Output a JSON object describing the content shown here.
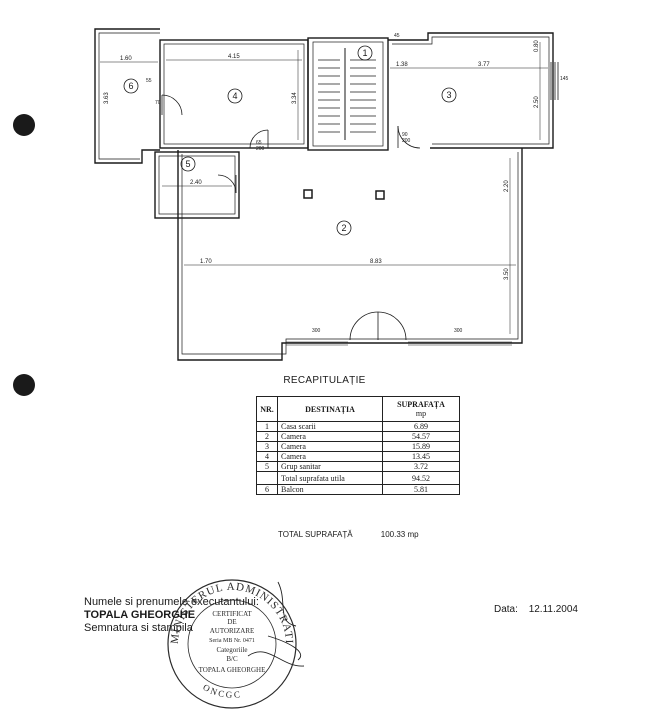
{
  "plan": {
    "room_numbers": [
      "1",
      "2",
      "3",
      "4",
      "5",
      "6"
    ],
    "dimensions": {
      "balcony_width": "1.60",
      "balcony_height": "3.63",
      "room4_width": "4.15",
      "room4_height": "3.34",
      "room3_left": "1.38",
      "room3_width": "3.77",
      "room3_top": "0.80",
      "room3_height": "2.50",
      "room2_width": "8.83",
      "room2_left": "1.70",
      "room2_top": "2.20",
      "room2_height": "3.50",
      "room5_width": "2.40",
      "door_45": "45",
      "door_145": "145",
      "door_55": "55",
      "door_65_200": "65",
      "door_200": "200",
      "door_70": "70",
      "door_200b": "200",
      "door_90": "90",
      "window_300a": "300",
      "window_300b": "300"
    }
  },
  "recap": {
    "title": "RECAPITULAȚIE",
    "headers": {
      "nr": "NR.",
      "destinatia": "DESTINAȚIA",
      "suprafata": "SUPRAFAȚA",
      "unit": "mp"
    },
    "rows": [
      {
        "nr": "1",
        "name": "Casa scarii",
        "value": "6.89"
      },
      {
        "nr": "2",
        "name": "Camera",
        "value": "54.57"
      },
      {
        "nr": "3",
        "name": "Camera",
        "value": "15.89"
      },
      {
        "nr": "4",
        "name": "Camera",
        "value": "13.45"
      },
      {
        "nr": "5",
        "name": "Grup sanitar",
        "value": "3.72"
      }
    ],
    "useful_label": "Total suprafata utila",
    "useful_value": "94.52",
    "balcony": {
      "nr": "6",
      "name": "Balcon",
      "value": "5.81"
    }
  },
  "total": {
    "label": "TOTAL SUPRAFAȚĂ",
    "value": "100.33 mp"
  },
  "executant": {
    "label": "Numele si prenumele executantului:",
    "name": "TOPALA GHEORGHE",
    "signature_label": "Semnatura si stampila"
  },
  "date": {
    "label": "Data:",
    "value": "12.11.2004"
  },
  "stamp": {
    "ring_text": "MINISTERUL ADMINISTRATIEI PUBLICE",
    "bottom_text": "ONCGC",
    "line1": "CERTIFICAT",
    "line2": "DE",
    "line3": "AUTORIZARE",
    "line4": "Seria MB Nr. 0471",
    "line5": "Categoriile",
    "line6": "B/C",
    "line7": "TOPALA GHEORGHE"
  }
}
